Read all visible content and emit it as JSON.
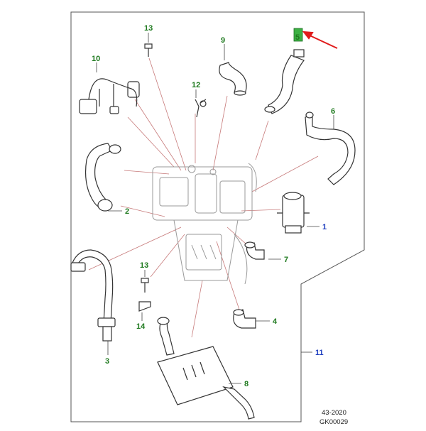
{
  "diagram": {
    "callouts": [
      {
        "id": "1",
        "label": "1",
        "color": "#1f3fbf"
      },
      {
        "id": "2",
        "label": "2",
        "color": "#1f7a1f"
      },
      {
        "id": "3",
        "label": "3",
        "color": "#1f7a1f"
      },
      {
        "id": "4",
        "label": "4",
        "color": "#1f7a1f"
      },
      {
        "id": "5",
        "label": "5",
        "color": "#1f7a1f"
      },
      {
        "id": "6",
        "label": "6",
        "color": "#1f7a1f"
      },
      {
        "id": "7",
        "label": "7",
        "color": "#1f7a1f"
      },
      {
        "id": "8",
        "label": "8",
        "color": "#1f7a1f"
      },
      {
        "id": "9",
        "label": "9",
        "color": "#1f7a1f"
      },
      {
        "id": "10",
        "label": "10",
        "color": "#1f7a1f"
      },
      {
        "id": "11",
        "label": "11",
        "color": "#1f3fbf"
      },
      {
        "id": "12",
        "label": "12",
        "color": "#1f7a1f"
      },
      {
        "id": "13a",
        "label": "13",
        "color": "#1f7a1f"
      },
      {
        "id": "13b",
        "label": "13",
        "color": "#1f7a1f"
      },
      {
        "id": "14",
        "label": "14",
        "color": "#1f7a1f"
      }
    ],
    "reference": {
      "date_code": "43-2020",
      "drawing_code": "GK00029"
    },
    "colors": {
      "highlight": "#3cb043",
      "arrow": "#e01b1b",
      "leader": "#c77a7a",
      "outline": "#333333"
    }
  }
}
